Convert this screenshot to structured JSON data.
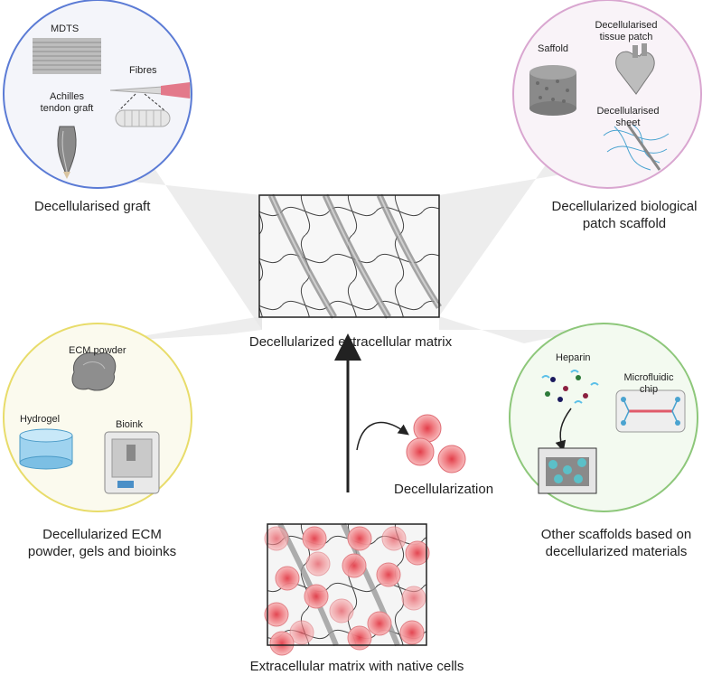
{
  "center": {
    "matrix_label": "Decellularized extracellular matrix",
    "process_label": "Decellularization",
    "bottom_label": "Extracellular matrix with native cells"
  },
  "top_left": {
    "caption": "Decellularised graft",
    "items": {
      "mdts": "MDTS",
      "fibres": "Fibres",
      "achilles_line1": "Achilles",
      "achilles_line2": "tendon graft"
    }
  },
  "top_right": {
    "caption_line1": "Decellularized biological",
    "caption_line2": "patch scaffold",
    "items": {
      "saffold": "Saffold",
      "patch_line1": "Decellularised",
      "patch_line2": "tissue patch",
      "sheet_line1": "Decellularised",
      "sheet_line2": "sheet"
    }
  },
  "bottom_left": {
    "caption_line1": "Decellularized ECM",
    "caption_line2": "powder, gels and bioinks",
    "items": {
      "powder": "ECM powder",
      "hydrogel": "Hydrogel",
      "bioink": "Bioink"
    }
  },
  "bottom_right": {
    "caption_line1": "Other scaffolds based on",
    "caption_line2": "decellularized materials",
    "items": {
      "heparin": "Heparin",
      "chip_line1": "Microfluidic",
      "chip_line2": "chip"
    }
  },
  "colors": {
    "blue_circle": "#5b7bd5",
    "pink_circle": "#d9a6d0",
    "yellow_circle": "#e8dc6a",
    "green_circle": "#8dc77a",
    "cell_red": "#e8636b",
    "cell_light": "#f4a6a8",
    "fibre_grey": "#9a9a9a"
  }
}
